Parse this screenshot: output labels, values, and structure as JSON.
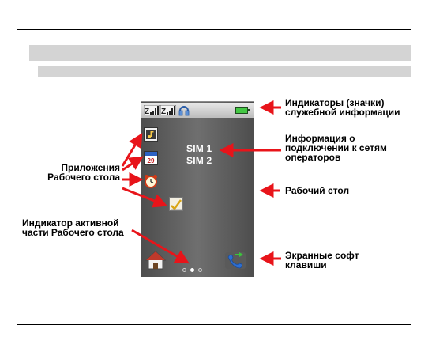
{
  "phone": {
    "sim1": "SIM 1",
    "sim2": "SIM 2",
    "calendar_day": "29"
  },
  "labels": {
    "indicators_line1": "Индикаторы (значки)",
    "indicators_line2": "служебной информации",
    "operator_info_line1": "Информация о",
    "operator_info_line2": "подключении к сетям",
    "operator_info_line3": "операторов",
    "desktop": "Рабочий стол",
    "apps_line1": "Приложения",
    "apps_line2": "Рабочего стола",
    "active_part_line1": "Индикатор активной",
    "active_part_line2": "части Рабочего стола",
    "softkeys_line1": "Экранные софт",
    "softkeys_line2": "клавиши"
  },
  "colors": {
    "arrow": "#e8141a",
    "band": "#d4d4d4",
    "battery": "#43c743"
  },
  "icons": [
    "signal-sim1-icon",
    "signal-sim2-icon",
    "headset-icon",
    "battery-icon",
    "music-player-icon",
    "calendar-icon",
    "alarm-clock-icon",
    "notepad-icon",
    "home-icon",
    "call-softkey-icon"
  ]
}
